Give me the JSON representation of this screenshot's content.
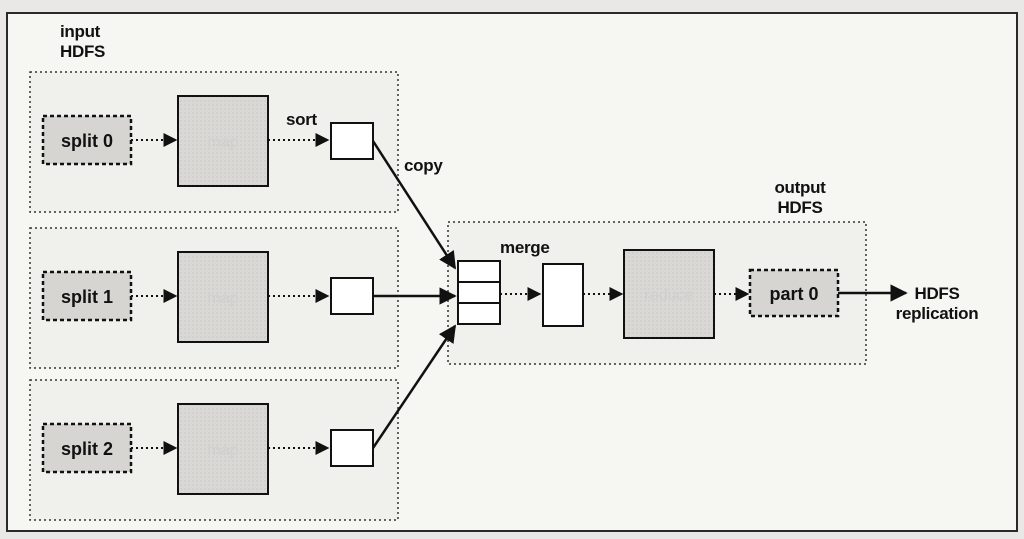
{
  "input_label": [
    "input",
    "HDFS"
  ],
  "output_label": [
    "output",
    "HDFS"
  ],
  "splits": [
    "split 0",
    "split 1",
    "split 2"
  ],
  "map_label": "map",
  "reduce_label": "reduce",
  "sort_label": "sort",
  "copy_label": "copy",
  "merge_label": "merge",
  "part_label": "part 0",
  "hdfs_replication": [
    "HDFS",
    "replication"
  ]
}
